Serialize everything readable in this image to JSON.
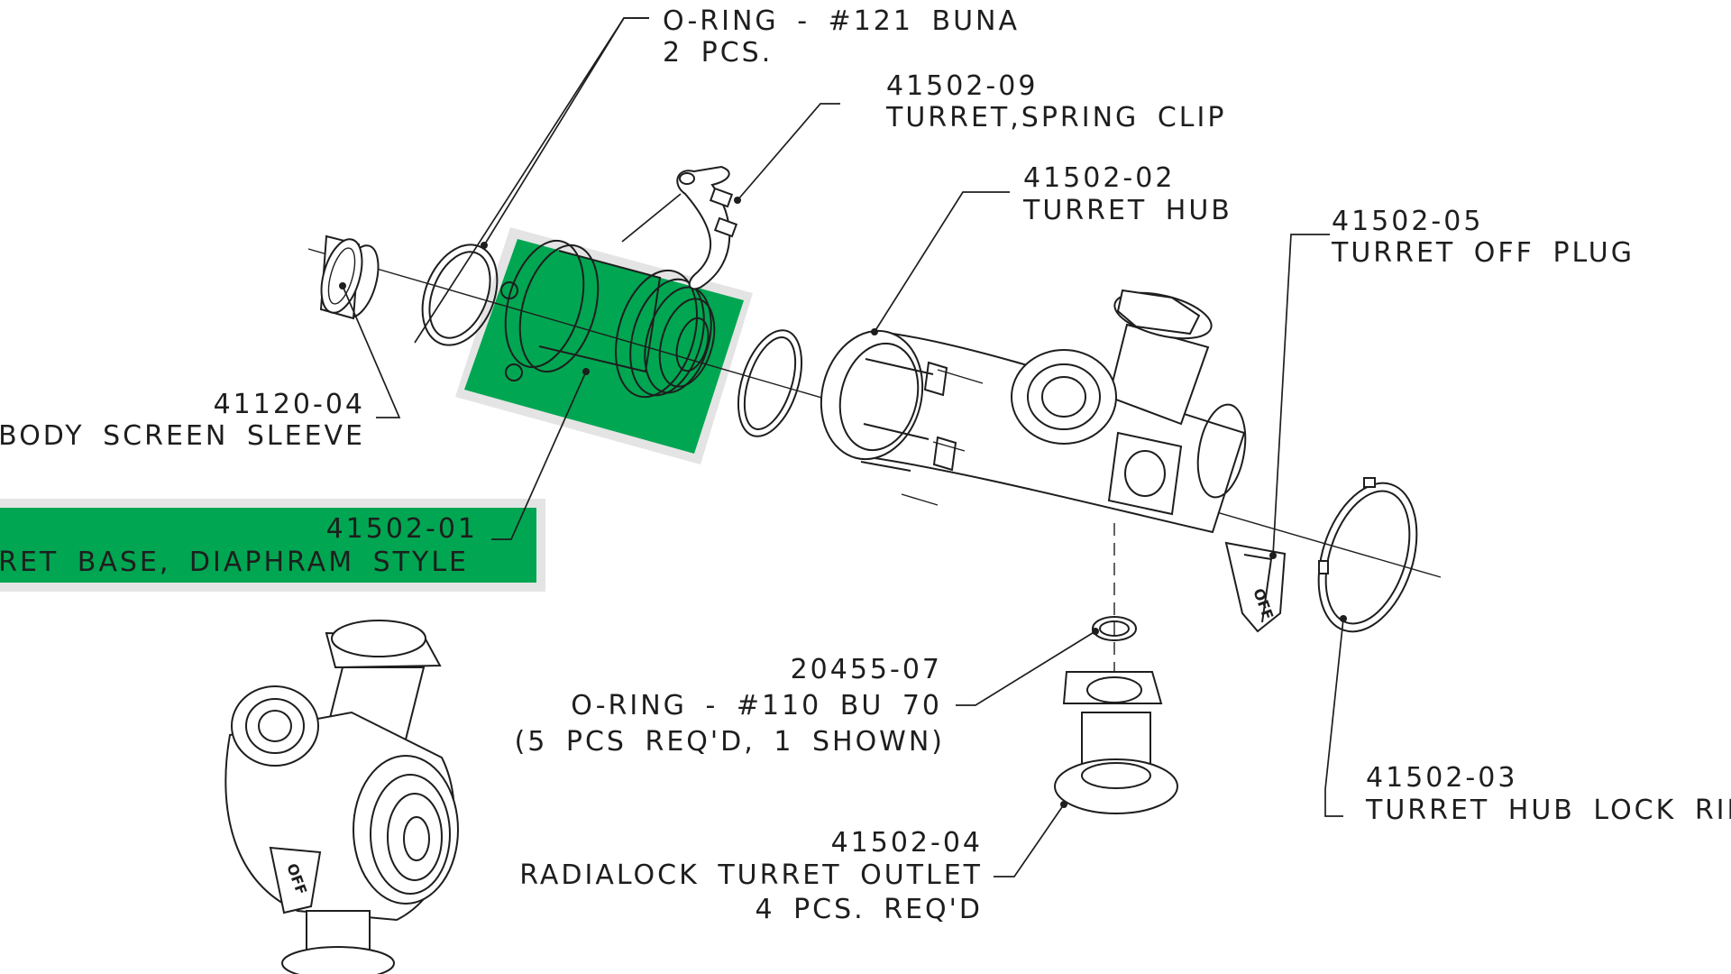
{
  "accent_color": "#00a651",
  "callouts": {
    "oring_121": {
      "line1": "O-RING - #121 BUNA",
      "line2": "2 PCS."
    },
    "spring_clip": {
      "part_no": "41502-09",
      "name": "TURRET,SPRING CLIP"
    },
    "turret_hub": {
      "part_no": "41502-02",
      "name": "TURRET HUB"
    },
    "off_plug": {
      "part_no": "41502-05",
      "name": "TURRET OFF PLUG"
    },
    "screen_sleeve": {
      "part_no": "41120-04",
      "name": "BODY SCREEN SLEEVE"
    },
    "turret_base": {
      "part_no": "41502-01",
      "name": "TURRET BASE, DIAPHRAM STYLE"
    },
    "oring_110": {
      "part_no": "20455-07",
      "name": "O-RING - #110 BU 70",
      "qty": "(5 PCS REQ'D, 1 SHOWN)"
    },
    "lock_ring": {
      "part_no": "41502-03",
      "name": "TURRET HUB LOCK RING"
    },
    "outlet": {
      "part_no": "41502-04",
      "name": "RADIALOCK TURRET OUTLET",
      "qty": "4 PCS. REQ'D"
    }
  },
  "plug_text": "OFF"
}
